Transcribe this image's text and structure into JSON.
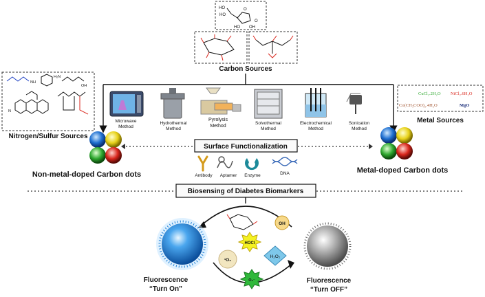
{
  "carbon_sources": {
    "label": "Carbon Sources",
    "chem": {
      "ho1": "HO",
      "ho2": "HO",
      "ho3": "HO",
      "oh1": "OH",
      "o1": "O",
      "o2": "O"
    }
  },
  "nitrogen_sulfur": {
    "label": "Nitrogen/Sulfur Sources",
    "chem": {
      "nh2": "NH",
      "h2n": "H₂N",
      "oh": "OH",
      "n": "N"
    }
  },
  "methods": [
    {
      "line1": "Microwave",
      "line2": "Method"
    },
    {
      "line1": "Hydrothermal",
      "line2": "Method"
    },
    {
      "line1": "Pyrolysis",
      "line2": "Method"
    },
    {
      "line1": "Solvothermal",
      "line2": "Method"
    },
    {
      "line1": "Electrochemical",
      "line2": "Method"
    },
    {
      "line1": "Sonication",
      "line2": "Method"
    }
  ],
  "metal_sources": {
    "label": "Metal Sources",
    "compounds": [
      "CuCl₂.2H₂O",
      "NiCl₂.6H₂O",
      "Co(CH₃COO)₂.4H₂O",
      "MgO"
    ]
  },
  "surface_functionalization": {
    "label": "Surface Functionalization",
    "items": [
      "Antibody",
      "Aptamer",
      "Enzyme",
      "DNA"
    ]
  },
  "non_metal_doped": "Non-metal-doped Carbon dots",
  "metal_doped": "Metal-doped Carbon dots",
  "biosensing": "Biosensing of Diabetes Biomarkers",
  "biomarkers": {
    "oh": "OH",
    "hocl": "HOCl",
    "o2": "¹O₂",
    "h2o2": "H₂O₂",
    "o2minus": "O₂⁻"
  },
  "turn_on": {
    "line1": "Fluorescence",
    "line2": "“Turn On”"
  },
  "turn_off": {
    "line1": "Fluorescence",
    "line2": "“Turn OFF”"
  },
  "colors": {
    "turn_on_text": "#9ed65a",
    "blue_dot": "#1e7fd6",
    "gray_dot": "#9a9a9a",
    "red": "#d9261c",
    "green": "#2fa82f",
    "yellow": "#f3df2a"
  }
}
